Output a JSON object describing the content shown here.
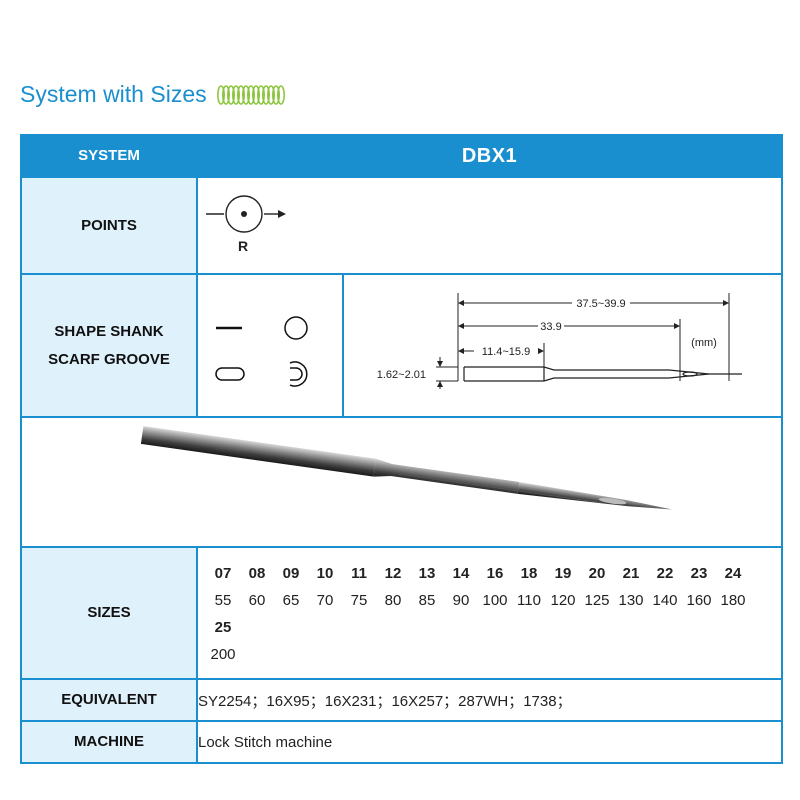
{
  "title": "System with Sizes",
  "header": {
    "label": "SYSTEM",
    "value": "DBX1"
  },
  "points": {
    "label": "POINTS",
    "symbol_letter": "R"
  },
  "shape": {
    "label_line1": "SHAPE SHANK",
    "label_line2": "SCARF GROOVE",
    "dimensions": {
      "total_length": "37.5~39.9",
      "length_to_eye": "33.9",
      "shank_length": "11.4~15.9",
      "shank_diameter": "1.62~2.01",
      "unit": "(mm)"
    }
  },
  "sizes": {
    "label": "SIZES",
    "row1": [
      {
        "code": "07",
        "num": "55"
      },
      {
        "code": "08",
        "num": "60"
      },
      {
        "code": "09",
        "num": "65"
      },
      {
        "code": "10",
        "num": "70"
      },
      {
        "code": "11",
        "num": "75"
      },
      {
        "code": "12",
        "num": "80"
      },
      {
        "code": "13",
        "num": "85"
      },
      {
        "code": "14",
        "num": "90"
      },
      {
        "code": "16",
        "num": "100"
      },
      {
        "code": "18",
        "num": "110"
      },
      {
        "code": "19",
        "num": "120"
      },
      {
        "code": "20",
        "num": "125"
      },
      {
        "code": "21",
        "num": "130"
      },
      {
        "code": "22",
        "num": "140"
      },
      {
        "code": "23",
        "num": "160"
      },
      {
        "code": "24",
        "num": "180"
      }
    ],
    "row2": [
      {
        "code": "25",
        "num": "200"
      }
    ]
  },
  "equivalent": {
    "label": "EQUIVALENT",
    "value": "SY2254；16X95；16X231；16X257；287WH；1738；"
  },
  "machine": {
    "label": "MACHINE",
    "value": "Lock Stitch machine"
  }
}
